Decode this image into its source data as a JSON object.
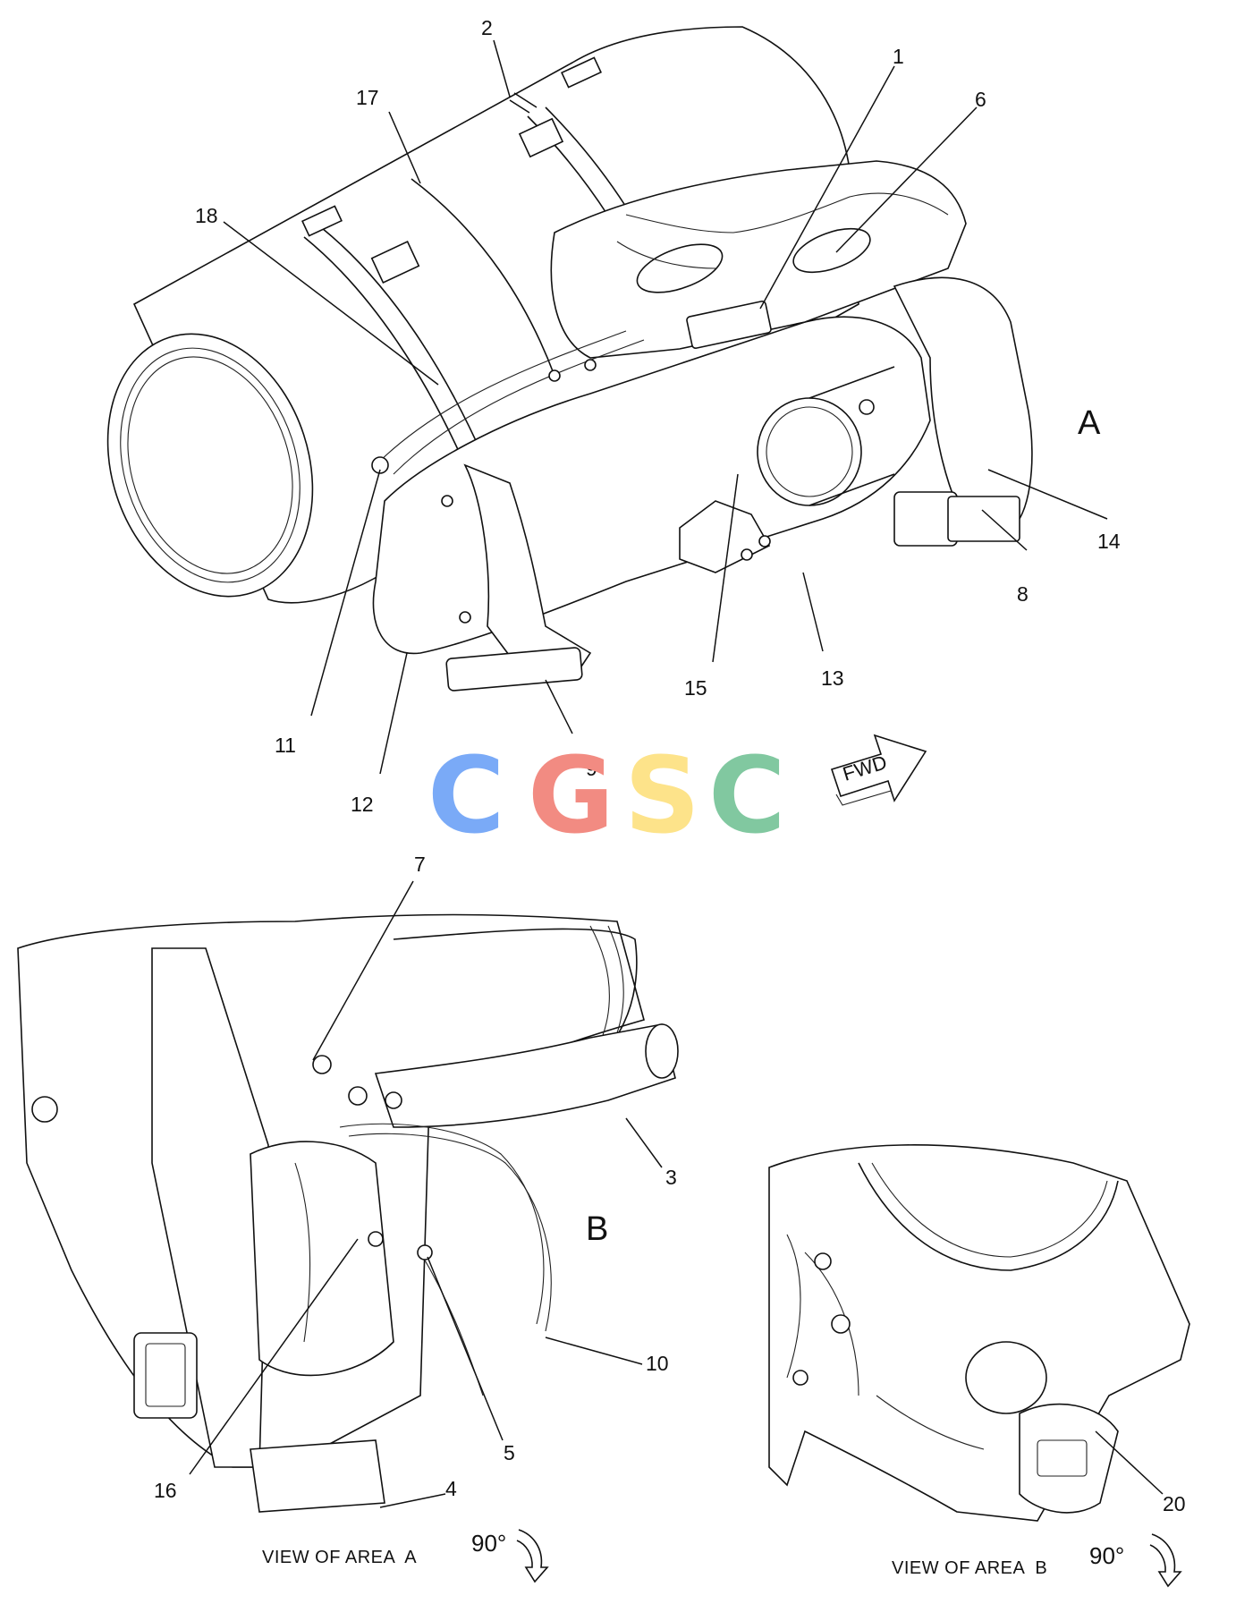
{
  "callouts": [
    "1",
    "2",
    "3",
    "4",
    "5",
    "6",
    "7",
    "8",
    "9",
    "10",
    "11",
    "12",
    "13",
    "14",
    "15",
    "16",
    "17",
    "18",
    "20"
  ],
  "area_labels": {
    "a": "A",
    "b": "B"
  },
  "fwd_label": "FWD",
  "watermark": {
    "letters": [
      "C",
      "G",
      "S",
      "C"
    ],
    "colors": [
      "#7aaaf7",
      "#f28b82",
      "#fde38a",
      "#81c8a0"
    ]
  },
  "views": {
    "view_a": {
      "caption": "VIEW OF AREA  A",
      "rotation": "90°"
    },
    "view_b": {
      "caption": "VIEW OF AREA  B",
      "rotation": "90°"
    }
  }
}
